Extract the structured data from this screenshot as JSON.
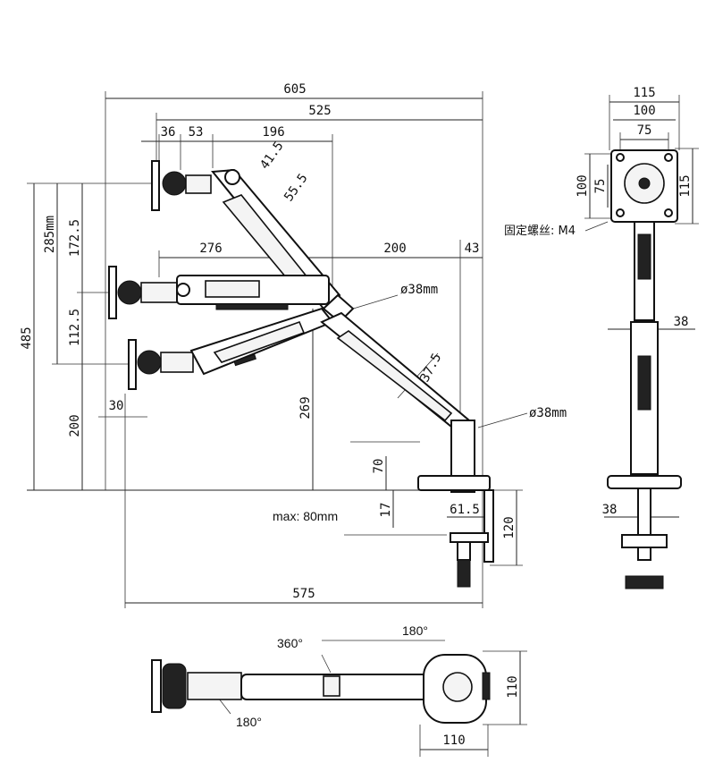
{
  "dimensions": {
    "top_605": "605",
    "top_525": "525",
    "top_36": "36",
    "top_53": "53",
    "top_196": "196",
    "angle_41_5": "41.5",
    "angle_55_5": "55.5",
    "mid_276": "276",
    "mid_200": "200",
    "mid_43": "43",
    "dia_38_upper": "ø38mm",
    "angle_37_5": "37.5",
    "dia_38_lower": "ø38mm",
    "left_285": "285mm",
    "left_172_5": "172.5",
    "left_485": "485",
    "left_112_5": "112.5",
    "left_30": "30",
    "left_200": "200",
    "h_269": "269",
    "h_70": "70",
    "h_17": "17",
    "clamp_61_5": "61.5",
    "clamp_120": "120",
    "max_clamp": "max: 80mm",
    "bottom_575": "575"
  },
  "side_view": {
    "w_115": "115",
    "w_100": "100",
    "w_75": "75",
    "h_100": "100",
    "h_75": "75",
    "h_115": "115",
    "screw_label": "固定螺丝: M4",
    "pole_38": "38",
    "clamp_38": "38"
  },
  "top_view": {
    "rot_360": "360°",
    "rot_180_top": "180°",
    "rot_180_bottom": "180°",
    "base_110_w": "110",
    "base_110_h": "110"
  }
}
